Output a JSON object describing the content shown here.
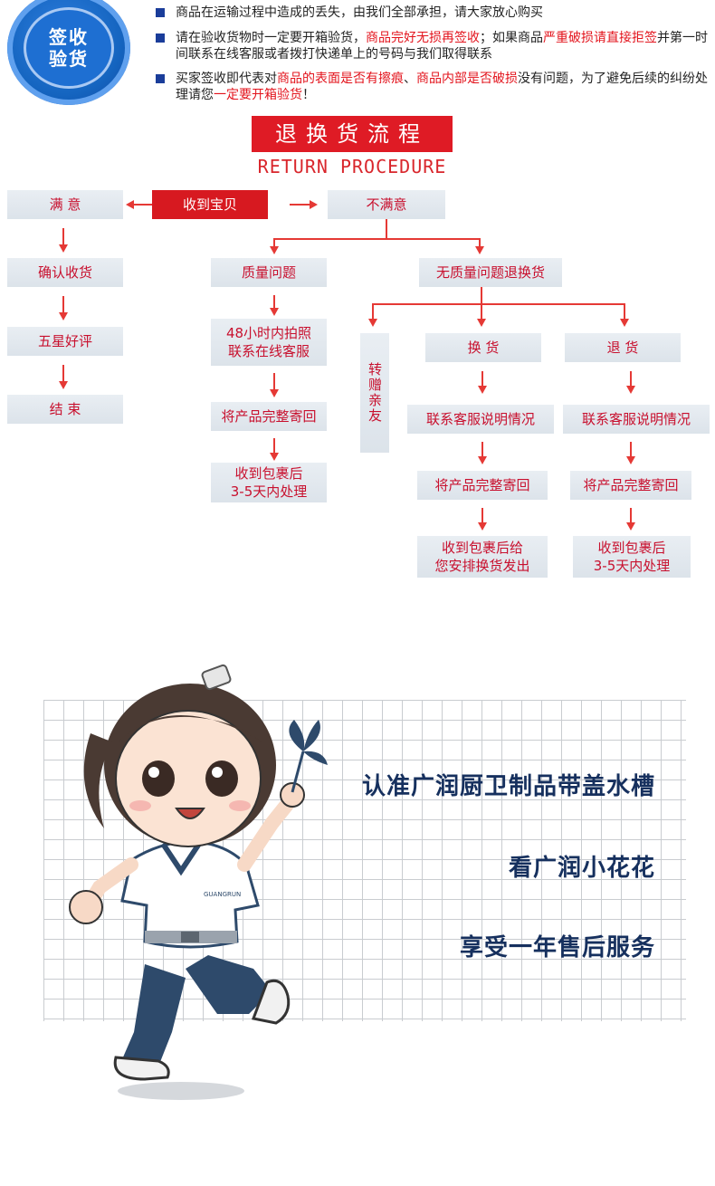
{
  "notice": {
    "badge_text": "签收验货",
    "line1": "商品在运输过程中造成的丢失，由我们全部承担，请大家放心购买",
    "line2": {
      "a": "请在验收货物时一定要开箱验货，",
      "b": "商品完好无损再签收",
      "c": "；如果商品",
      "d": "严重破损请直接拒签",
      "e": "并第一时间联系在线客服或者拨打快递单上的号码与我们取得联系"
    },
    "line3": {
      "a": "买家签收即代表对",
      "b": "商品的表面是否有擦痕",
      "c": "、",
      "d": "商品内部是否破损",
      "e": "没有问题，为了避免后续的纠纷处理请您",
      "f": "一定要开箱验货",
      "g": "！"
    }
  },
  "procedure": {
    "title": "退换货流程",
    "title_en": "RETURN PROCEDURE",
    "start": "收到宝贝",
    "satisfied": "满 意",
    "unsatisfied": "不满意",
    "satisfied_steps": [
      "确认收货",
      "五星好评",
      "结 束"
    ],
    "quality": {
      "label": "质量问题",
      "steps": [
        "48小时内拍照\n联系在线客服",
        "将产品完整寄回",
        "收到包裹后\n3-5天内处理"
      ]
    },
    "no_quality": {
      "label": "无质量问题退换货",
      "gift": "转赠亲友",
      "exchange": {
        "label": "换 货",
        "steps": [
          "联系客服说明情况",
          "将产品完整寄回",
          "收到包裹后给\n您安排换货发出"
        ]
      },
      "refund": {
        "label": "退 货",
        "steps": [
          "联系客服说明情况",
          "将产品完整寄回",
          "收到包裹后\n3-5天内处理"
        ]
      }
    }
  },
  "promo": {
    "brand_on_shirt": "GUANGRUN",
    "slogans": [
      "认准广润厨卫制品带盖水槽",
      "看广润小花花",
      "享受一年售后服务"
    ]
  },
  "colors": {
    "accent_red": "#d71920",
    "brand_blue": "#16305e",
    "badge_blue": "#1565c0"
  }
}
